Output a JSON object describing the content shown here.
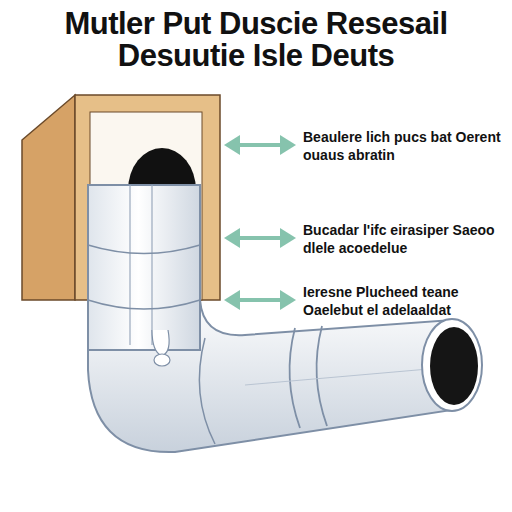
{
  "diagram": {
    "title": "Mutler Put Duscie Resesail Desuutie Isle Deuts",
    "labels": [
      "Beaulere lich pucs bat Oerent ouaus abratin",
      "Bucadar l'ifc eirasiper Saeoo dlele acoedelue",
      "Ieresne Plucheed teane Oaelebut el adelaaldat"
    ]
  }
}
